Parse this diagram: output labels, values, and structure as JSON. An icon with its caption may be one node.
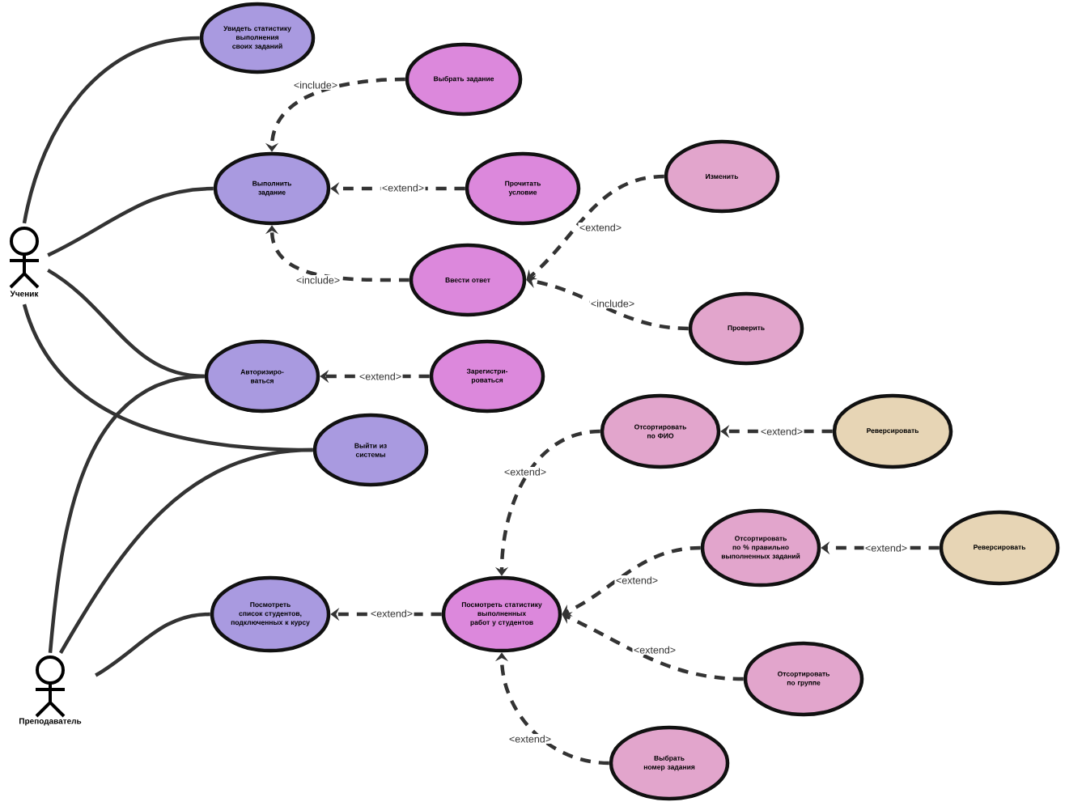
{
  "diagram": {
    "nodes": [
      {
        "text": [
          "Ученик"
        ]
      },
      {
        "text": [
          "Преподаватель"
        ]
      },
      {
        "text": [
          "Увидеть статистику выполнения своих заданий"
        ]
      },
      {
        "text": [
          "Выбрать задание"
        ]
      },
      {
        "text": [
          "Выполнить задание"
        ]
      },
      {
        "text": [
          "Прочитать условие"
        ]
      },
      {
        "text": [
          "Изменить"
        ]
      },
      {
        "text": [
          "Ввести ответ"
        ]
      },
      {
        "text": [
          "Проверить"
        ]
      },
      {
        "text": [
          "Авторизиро- ваться"
        ]
      },
      {
        "text": [
          "Зарегистри- роваться"
        ]
      },
      {
        "text": [
          "Выйти из системы"
        ]
      },
      {
        "text": [
          "Отсортировать по ФИО"
        ]
      },
      {
        "text": [
          "Реверсировать"
        ]
      },
      {
        "text": [
          "Отсортировать по % правильно выполненных заданий"
        ]
      },
      {
        "text": [
          "Реверсировать"
        ]
      },
      {
        "text": [
          "Посмотреть список студентов, подключенных к курсу"
        ]
      },
      {
        "text": [
          "Посмотреть статистику выполненных работ у студентов"
        ]
      },
      {
        "text": [
          "Отсортировать по группе"
        ]
      },
      {
        "text": [
          "Выбрать номер задания"
        ]
      }
    ],
    "edges": [
      {
        "from": 0,
        "to": 2,
        "arrow": "none"
      },
      {
        "from": 0,
        "to": 4,
        "arrow": "none"
      },
      {
        "from": 0,
        "to": 9,
        "arrow": "none"
      },
      {
        "from": 0,
        "to": 11,
        "arrow": "none"
      },
      {
        "from": 1,
        "to": 9,
        "arrow": "none"
      },
      {
        "from": 1,
        "to": 11,
        "arrow": "none"
      },
      {
        "from": 1,
        "to": 16,
        "arrow": "none"
      },
      {
        "from": 3,
        "to": 4,
        "arrow": "to",
        "label": "<include>",
        "style": "dashed"
      },
      {
        "from": 5,
        "to": 4,
        "arrow": "to",
        "label": "<extend>",
        "style": "dashed"
      },
      {
        "from": 7,
        "to": 4,
        "arrow": "to",
        "label": "<include>",
        "style": "dashed"
      },
      {
        "from": 6,
        "to": 7,
        "arrow": "to",
        "label": "<extend>",
        "style": "dashed"
      },
      {
        "from": 8,
        "to": 7,
        "arrow": "to",
        "label": "<include>",
        "style": "dashed"
      },
      {
        "from": 10,
        "to": 9,
        "arrow": "to",
        "label": "<extend>",
        "style": "dashed"
      },
      {
        "from": 13,
        "to": 12,
        "arrow": "to",
        "label": "<extend>",
        "style": "dashed"
      },
      {
        "from": 15,
        "to": 14,
        "arrow": "to",
        "label": "<extend>",
        "style": "dashed"
      },
      {
        "from": 17,
        "to": 16,
        "arrow": "to",
        "label": "<extend>",
        "style": "dashed"
      },
      {
        "from": 12,
        "to": 17,
        "arrow": "to",
        "label": "<extend>",
        "style": "dashed"
      },
      {
        "from": 14,
        "to": 17,
        "arrow": "to",
        "label": "<extend>",
        "style": "dashed"
      },
      {
        "from": 18,
        "to": 17,
        "arrow": "to",
        "label": "<extend>",
        "style": "dashed"
      },
      {
        "from": 19,
        "to": 17,
        "arrow": "to",
        "label": "<extend>",
        "style": "dashed"
      }
    ]
  }
}
